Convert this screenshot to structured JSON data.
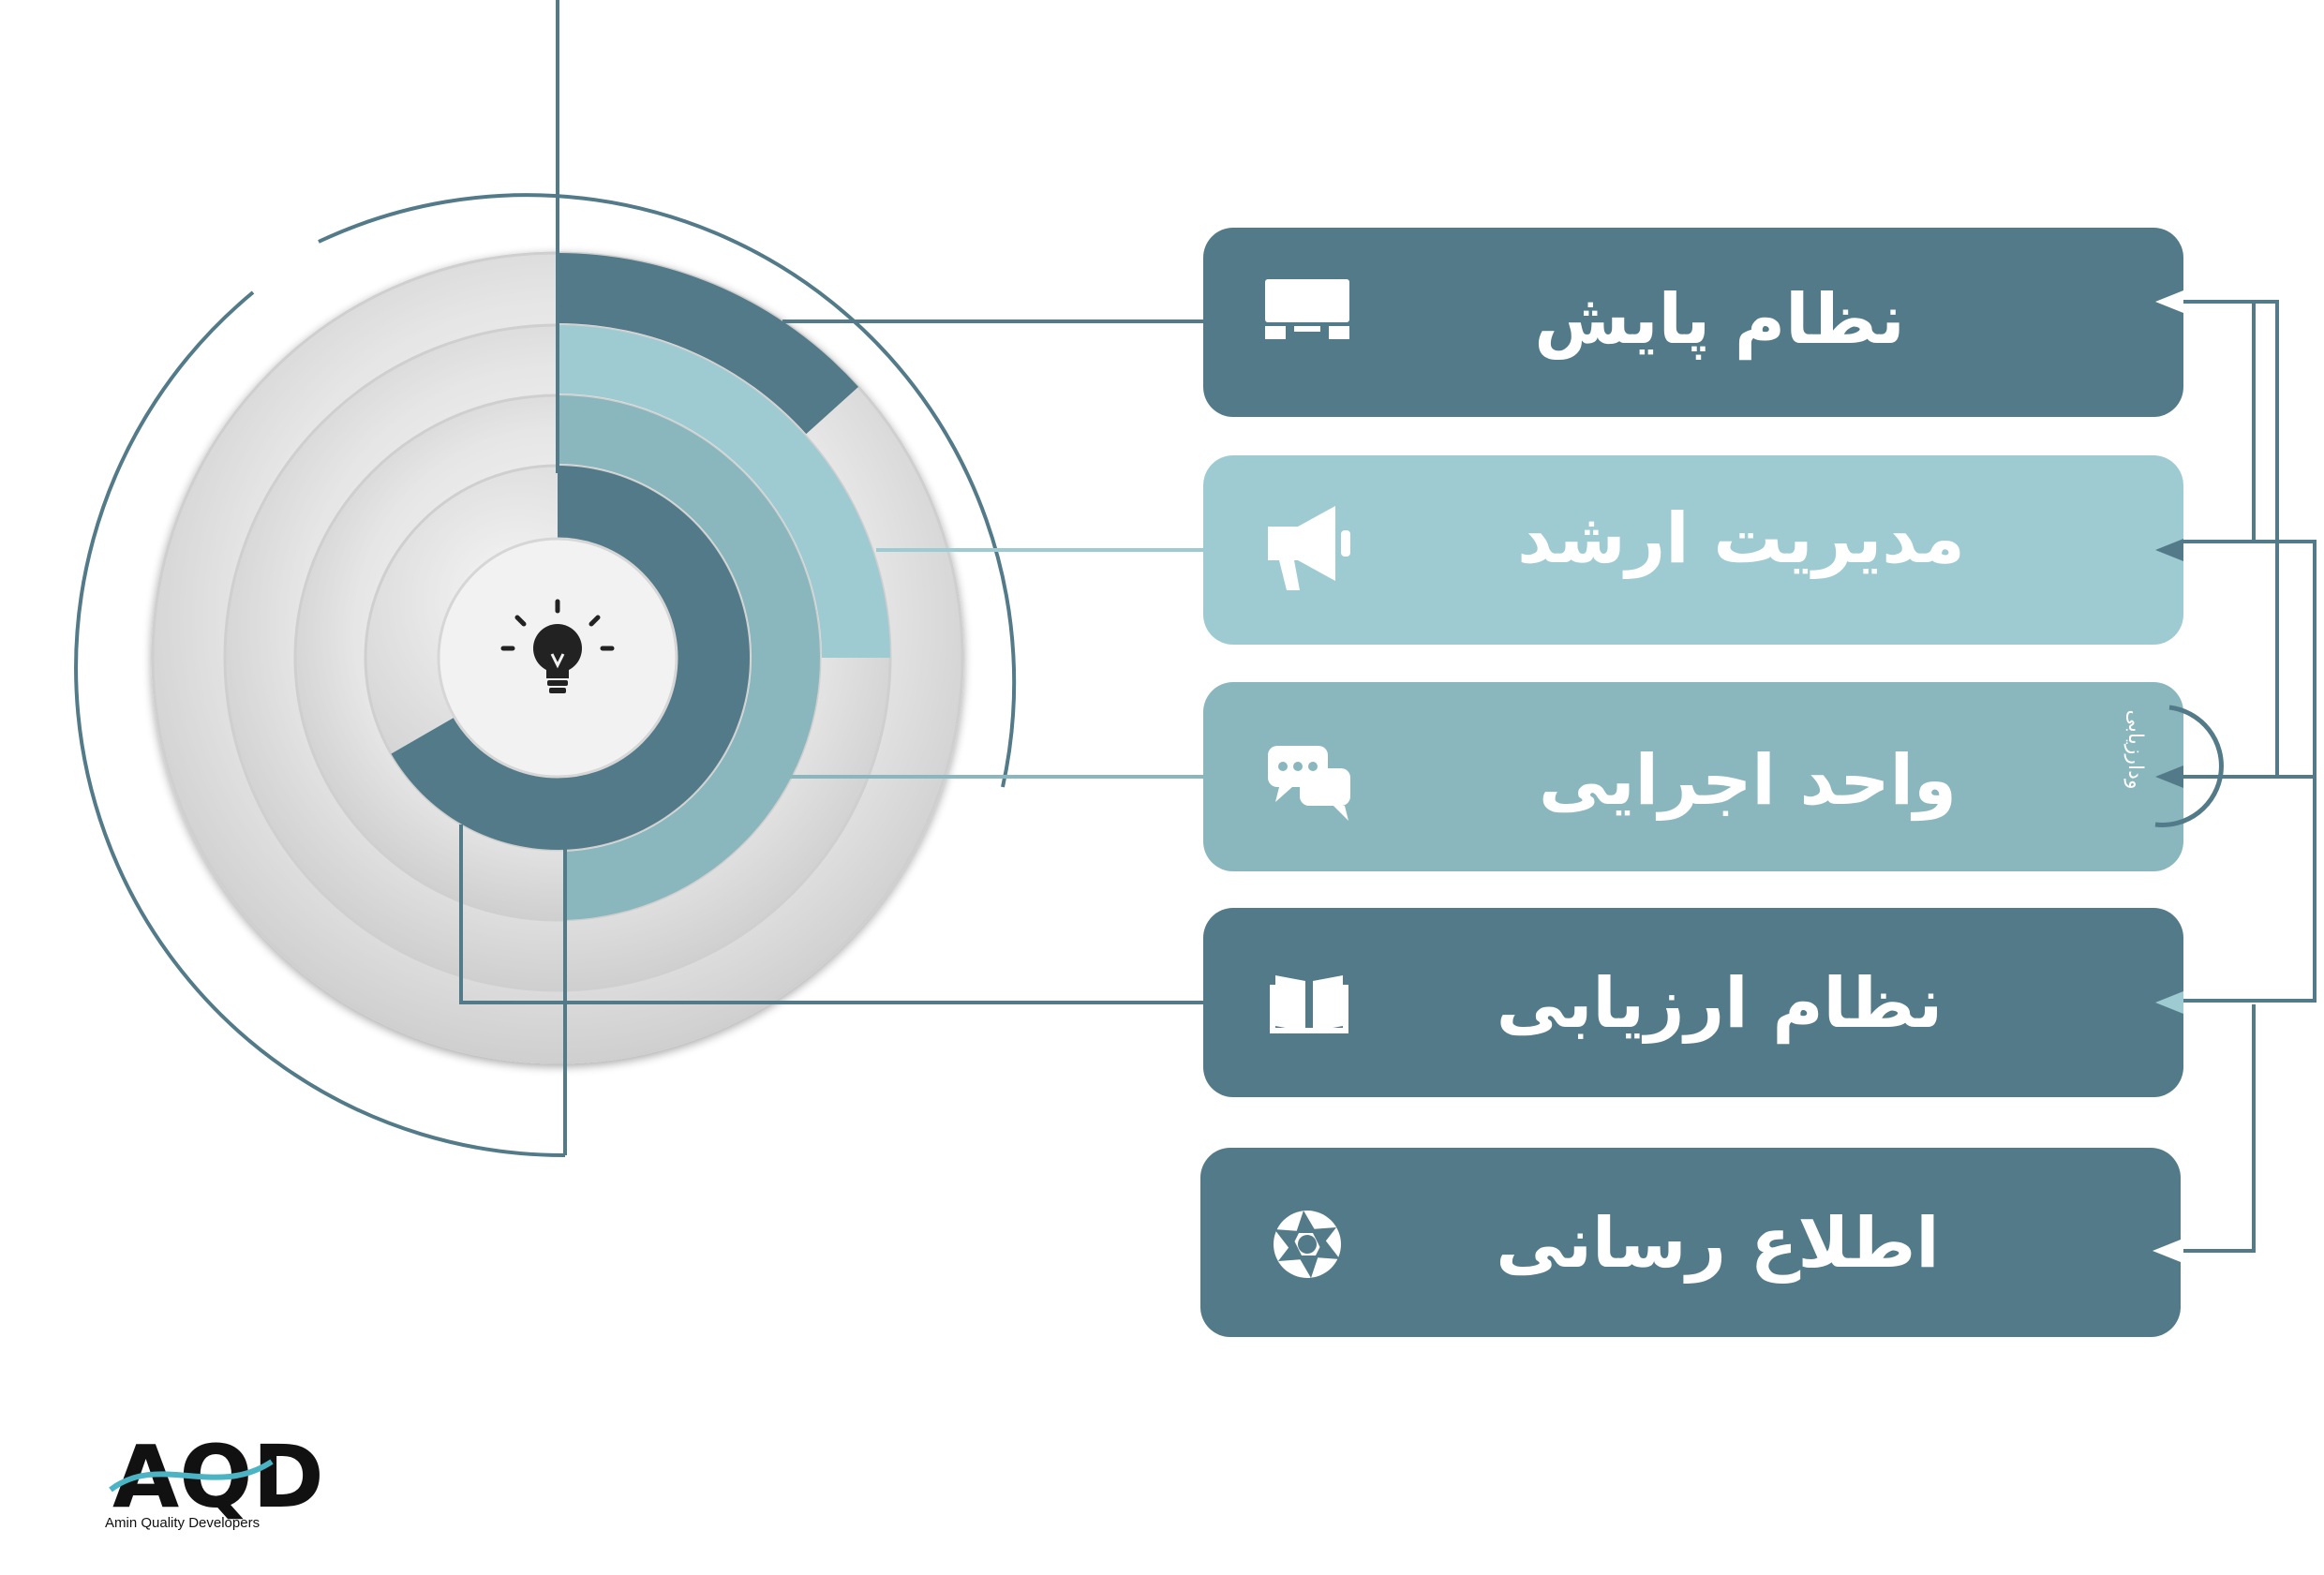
{
  "colors": {
    "dark": "#527a88",
    "light": "#9ecbd2",
    "mid": "#8ab7bd",
    "line": "#527a88",
    "ring_gray": "#d8d8d8",
    "white": "#ffffff"
  },
  "center": {
    "icon": "lightbulb-icon"
  },
  "items": [
    {
      "label": "نظام پایش",
      "icon": "monitor-icon",
      "tone": "dark"
    },
    {
      "label": "مدیریت ارشد",
      "icon": "megaphone-icon",
      "tone": "light"
    },
    {
      "label": "واحد اجرایی",
      "icon": "chat-bubbles-icon",
      "tone": "mid"
    },
    {
      "label": "نظام ارزیابی",
      "icon": "book-icon",
      "tone": "dark"
    },
    {
      "label": "اطلاع رسانی",
      "icon": "aperture-icon",
      "tone": "dark"
    }
  ],
  "side_label": "ودارزیابی",
  "brand": {
    "logo_text": "AQD",
    "tagline": "Amin Quality Developers"
  }
}
